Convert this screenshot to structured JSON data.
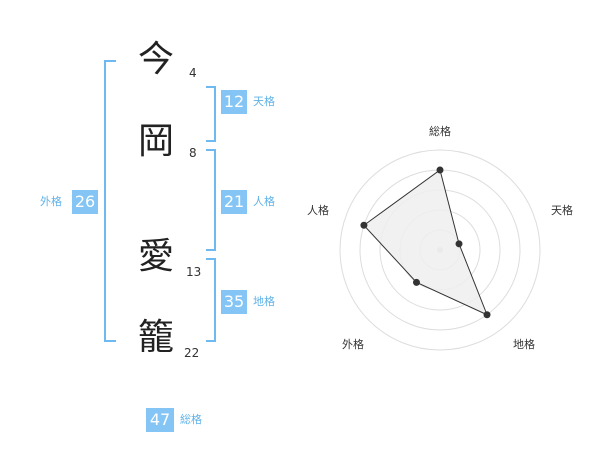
{
  "name_chars": [
    {
      "char": "今",
      "strokes": "4"
    },
    {
      "char": "岡",
      "strokes": "8"
    },
    {
      "char": "愛",
      "strokes": "13"
    },
    {
      "char": "籠",
      "strokes": "22"
    }
  ],
  "fortunes": {
    "tenkaku": {
      "value": "12",
      "label": "天格"
    },
    "jinkaku": {
      "value": "21",
      "label": "人格"
    },
    "chikaku": {
      "value": "35",
      "label": "地格"
    },
    "gaikaku": {
      "value": "26",
      "label": "外格"
    },
    "soukaku": {
      "value": "47",
      "label": "総格"
    }
  },
  "radar": {
    "axes": [
      "総格",
      "天格",
      "地格",
      "外格",
      "人格"
    ],
    "values": [
      0.8,
      0.2,
      0.8,
      0.4,
      0.8
    ],
    "rings": 5,
    "colors": {
      "fill": "#efefef",
      "stroke": "#333333",
      "grid": "#dddddd",
      "point": "#333333"
    }
  }
}
